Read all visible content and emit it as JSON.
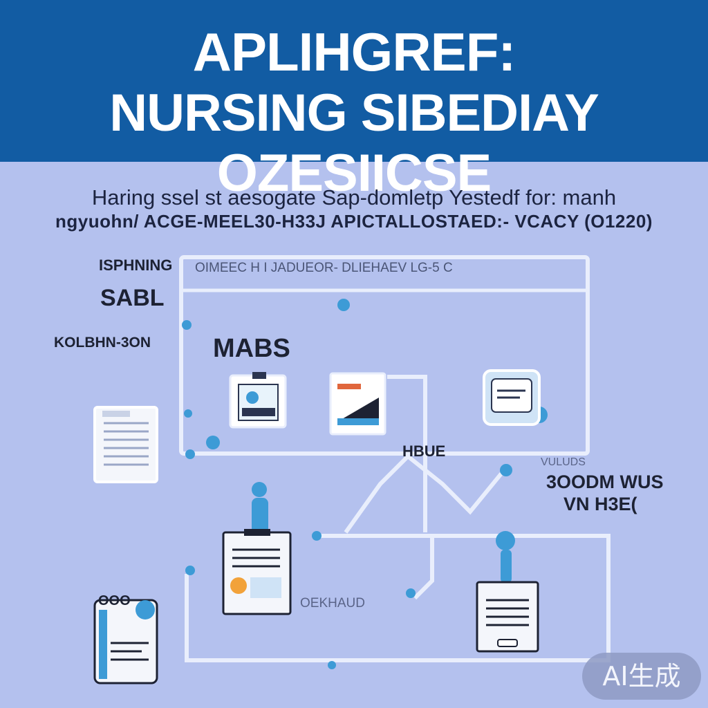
{
  "header": {
    "title_line1": "APLIHGREF:",
    "title_line2": "NURSING SIBEDIAY OZESIICSE"
  },
  "subtitle": {
    "line1": "Haring ssel st aesogate Sap-domletp Yestedf for: manh",
    "line2": "ngyuohn/ ACGE-MEEL30-H33J APICTALLOSTAED:- VCACY (O1220)"
  },
  "window": {
    "toolbar_text": "OIMEEC H  I  JADUEOR-  DLIEHAEV LG-5 C"
  },
  "labels": {
    "top_left": "ISPHNING",
    "left_bold": "SABL",
    "left_mid": "KOLBHN-3ON",
    "center_box": "MABS",
    "hub": "HBUE",
    "right_small": "VULUDS",
    "right_line1": "3OODM WUS",
    "right_line2": "VN H3E(",
    "bottom_mid": "OEKHAUD",
    "bottom_left": "OOO"
  },
  "badge": {
    "text": "AI生成"
  },
  "colors": {
    "header_bg": "#125ca3",
    "page_bg": "#b4c1ee",
    "line": "#e9eefc",
    "accent": "#3d9bd6"
  },
  "icons": [
    "document-icon",
    "clipboard-icon",
    "chart-icon",
    "card-icon",
    "person-icon",
    "pin-icon"
  ]
}
